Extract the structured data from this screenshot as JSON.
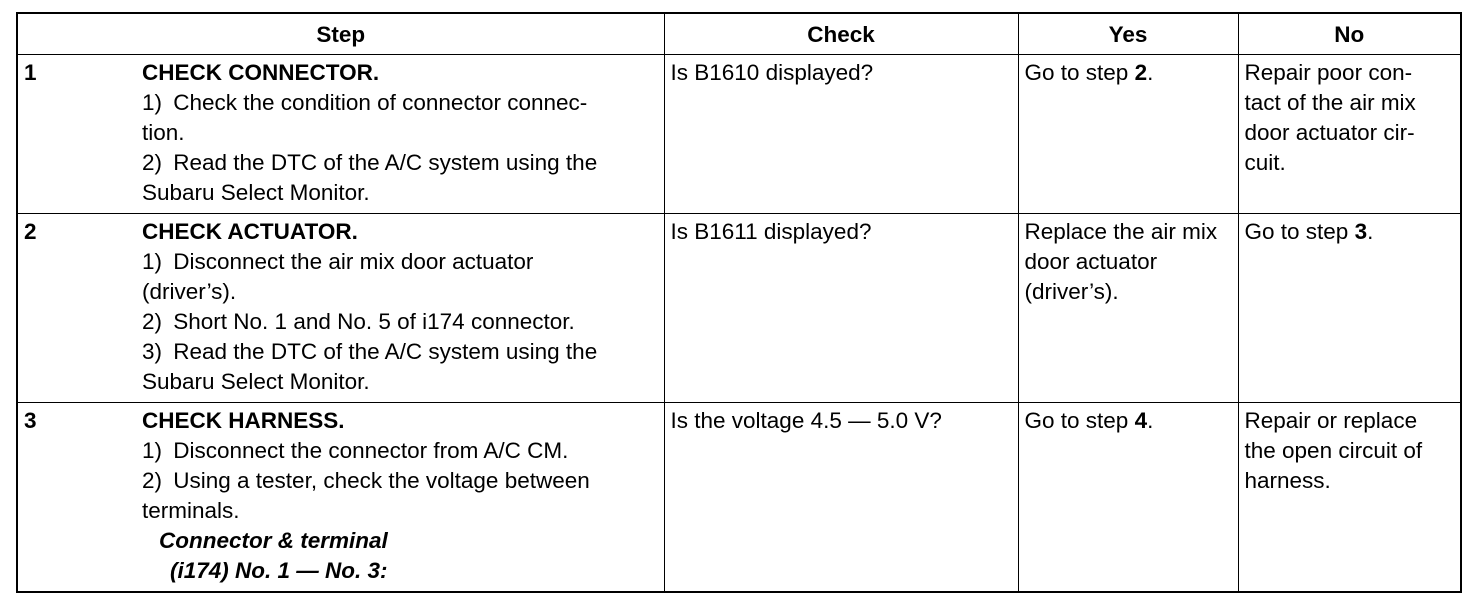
{
  "table": {
    "headers": {
      "step": "Step",
      "check": "Check",
      "yes": "Yes",
      "no": "No"
    },
    "rows": [
      {
        "num": "1",
        "title": "CHECK CONNECTOR.",
        "lines": [
          "1) Check the condition of connector connec-",
          "tion.",
          "2) Read the DTC of the A/C system using the",
          "Subaru Select Monitor."
        ],
        "check": "Is B1610 displayed?",
        "yes_pre": "Go to step ",
        "yes_bold": "2",
        "yes_post": ".",
        "no_lines": [
          "Repair poor con-",
          "tact of the air mix",
          "door actuator cir-",
          "cuit."
        ]
      },
      {
        "num": "2",
        "title": "CHECK ACTUATOR.",
        "lines": [
          "1) Disconnect the air mix door actuator",
          "(driver’s).",
          "2) Short No. 1 and No. 5 of i174 connector.",
          "3) Read the DTC of the A/C system using the",
          "Subaru Select Monitor."
        ],
        "check": "Is B1611 displayed?",
        "yes_lines": [
          "Replace the air mix",
          "door actuator",
          "(driver’s)."
        ],
        "no_pre": "Go to step ",
        "no_bold": "3",
        "no_post": "."
      },
      {
        "num": "3",
        "title": "CHECK HARNESS.",
        "lines": [
          "1) Disconnect the connector from A/C CM.",
          "2) Using a tester, check the voltage between",
          "terminals."
        ],
        "sub1": "Connector & terminal",
        "sub2": "(i174) No. 1 — No. 3:",
        "check": "Is the voltage 4.5 — 5.0 V?",
        "yes_pre": "Go to step ",
        "yes_bold": "4",
        "yes_post": ".",
        "no_lines": [
          "Repair or replace",
          "the open circuit of",
          "harness."
        ]
      }
    ]
  }
}
